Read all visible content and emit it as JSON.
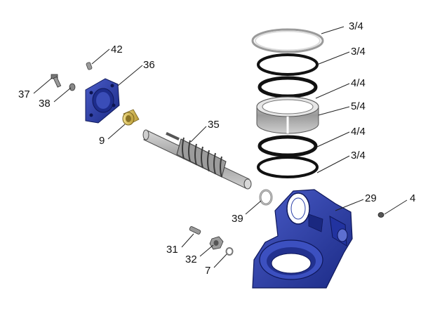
{
  "colors": {
    "part_blue": "#2a3fa8",
    "part_blue_dark": "#18267a",
    "part_blue_light": "#5d6fd0",
    "steel": "#b9b9b9",
    "steel_dark": "#6d6d6d",
    "bronze": "#d9c46a",
    "black": "#111111"
  },
  "callouts": {
    "c42": "42",
    "c36": "36",
    "c37": "37",
    "c38": "38",
    "c9": "9",
    "c35": "35",
    "c3_4_top_cut": "3/4",
    "c3_4_a": "3/4",
    "c4_4_a": "4/4",
    "c5_4": "5/4",
    "c4_4_b": "4/4",
    "c3_4_b": "3/4",
    "c29": "29",
    "c4": "4",
    "c39": "39",
    "c31": "31",
    "c32": "32",
    "c7": "7"
  }
}
